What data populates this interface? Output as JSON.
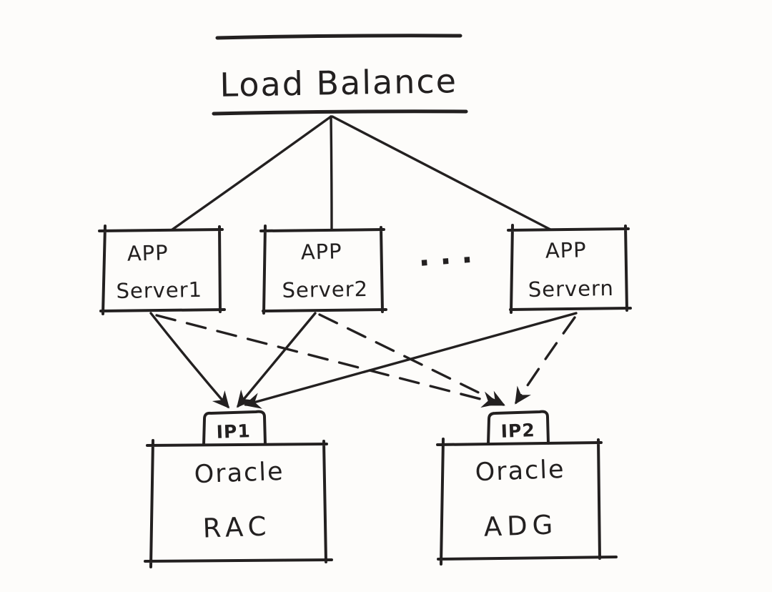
{
  "diagram": {
    "kind": "hand-drawn-architecture-sketch",
    "colors": {
      "ink": "#232020",
      "paper": "#fdfcfa"
    },
    "load_balancer": {
      "label": "Load Balance"
    },
    "app_servers": [
      {
        "line1": "APP",
        "line2": "Server1"
      },
      {
        "line1": "APP",
        "line2": "Server2"
      },
      {
        "line1": "APP",
        "line2": "Servern"
      }
    ],
    "ellipsis": "...",
    "databases": [
      {
        "ip": "IP1",
        "vendor": "Oracle",
        "product": "RAC"
      },
      {
        "ip": "IP2",
        "vendor": "Oracle",
        "product": "ADG"
      }
    ],
    "connections": [
      {
        "from": "Load Balance",
        "to": "APP Server1",
        "style": "solid"
      },
      {
        "from": "Load Balance",
        "to": "APP Server2",
        "style": "solid"
      },
      {
        "from": "Load Balance",
        "to": "APP Servern",
        "style": "solid"
      },
      {
        "from": "APP Server1",
        "to": "IP1 / Oracle RAC",
        "style": "solid-arrow"
      },
      {
        "from": "APP Server2",
        "to": "IP1 / Oracle RAC",
        "style": "solid-arrow"
      },
      {
        "from": "APP Servern",
        "to": "IP1 / Oracle RAC",
        "style": "solid-arrow"
      },
      {
        "from": "APP Server1",
        "to": "IP2 / Oracle ADG",
        "style": "dashed-arrow"
      },
      {
        "from": "APP Server2",
        "to": "IP2 / Oracle ADG",
        "style": "dashed-arrow"
      },
      {
        "from": "APP Servern",
        "to": "IP2 / Oracle ADG",
        "style": "dashed-arrow"
      }
    ]
  }
}
